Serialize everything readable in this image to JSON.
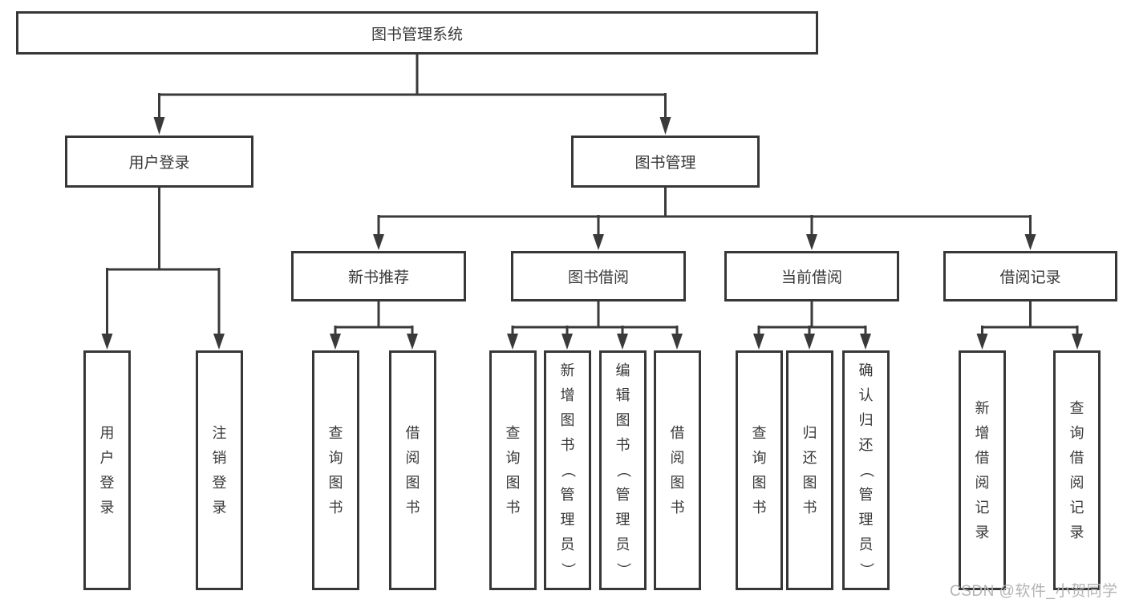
{
  "tree": {
    "root": "图书管理系统",
    "branches": [
      {
        "label": "用户登录",
        "children": [
          "用户登录",
          "注销登录"
        ]
      },
      {
        "label": "图书管理",
        "sections": [
          {
            "label": "新书推荐",
            "children": [
              "查询图书",
              "借阅图书"
            ]
          },
          {
            "label": "图书借阅",
            "children": [
              "查询图书",
              "新增图书（管理员）",
              "编辑图书（管理员）",
              "借阅图书"
            ]
          },
          {
            "label": "当前借阅",
            "children": [
              "查询图书",
              "归还图书",
              "确认归还（管理员）"
            ]
          },
          {
            "label": "借阅记录",
            "children": [
              "新增借阅记录",
              "查询借阅记录"
            ]
          }
        ]
      }
    ]
  },
  "watermark": {
    "text": "CSDN @软件_小贺同学"
  },
  "colors": {
    "line": "#3a3a3a",
    "border": "#373737",
    "text": "#383838",
    "watermark": "#b3b3b3",
    "background": "#ffffff"
  }
}
